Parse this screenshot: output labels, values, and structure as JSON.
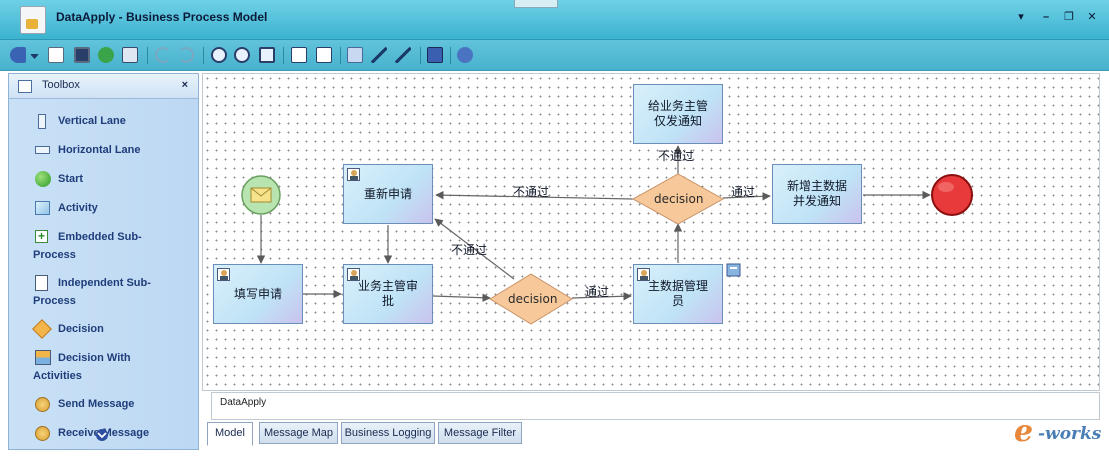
{
  "window": {
    "title": "DataApply - Business Process Model",
    "controls": {
      "menu": "▾",
      "minimize": "–",
      "restore": "❐",
      "close": "✕"
    }
  },
  "toolbar": {
    "icons": [
      "back-icon",
      "dropdown-icon",
      "new-icon",
      "save-icon",
      "refresh-icon",
      "preview-icon",
      "undo-icon",
      "redo-icon",
      "zoom-in-icon",
      "zoom-out-icon",
      "zoom-fit-icon",
      "copy-icon",
      "paste-icon",
      "pointer-icon",
      "connect-icon",
      "align-icon",
      "info-icon",
      "help-icon"
    ]
  },
  "toolbox": {
    "title": "Toolbox",
    "close": "×",
    "items": [
      {
        "label": "Vertical Lane",
        "icon": "vertical-lane-icon"
      },
      {
        "label": "Horizontal Lane",
        "icon": "horizontal-lane-icon"
      },
      {
        "label": "Start",
        "icon": "start-icon"
      },
      {
        "label": "Activity",
        "icon": "activity-icon"
      },
      {
        "label": "Embedded Sub-",
        "label2": "Process",
        "icon": "embedded-subprocess-icon"
      },
      {
        "label": "Independent Sub-",
        "label2": "Process",
        "icon": "independent-subprocess-icon"
      },
      {
        "label": "Decision",
        "icon": "decision-icon"
      },
      {
        "label": "Decision With",
        "label2": "Activities",
        "icon": "decision-with-activities-icon"
      },
      {
        "label": "Send Message",
        "icon": "send-message-icon"
      },
      {
        "label": "Receive Message",
        "icon": "receive-message-icon"
      }
    ]
  },
  "diagram": {
    "tasks": {
      "fill": "填写申请",
      "reapply": "重新申请",
      "manager_approve": "业务主管审批",
      "data_admin": "主数据管理员",
      "notify_manager": "给业务主管仅发通知",
      "new_master_notify": "新增主数据并发通知"
    },
    "decisions": {
      "d1": "decision",
      "d2": "decision"
    },
    "edge_labels": {
      "reject_top": "不通过",
      "reject_mid": "不通过",
      "reject_up": "不通过",
      "pass_1": "通过",
      "pass_2": "通过"
    },
    "colors": {
      "start": "#a8dca0",
      "end": "#e83a3a",
      "decision": "#f6c89a"
    }
  },
  "properties": {
    "text": "DataApply"
  },
  "tabs": [
    "Model",
    "Message Map",
    "Business Logging",
    "Message Filter"
  ],
  "logo": {
    "e": "e",
    "rest": "-works"
  }
}
